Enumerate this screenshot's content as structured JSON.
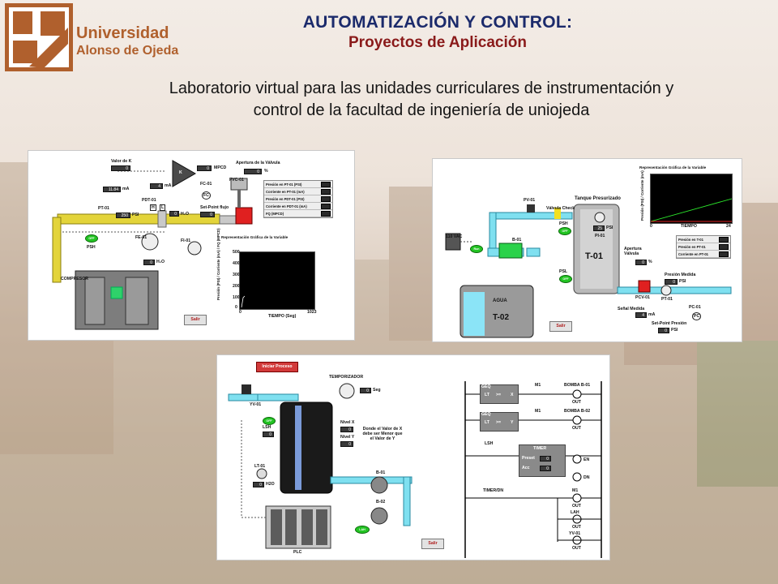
{
  "header": {
    "logo_line1": "Universidad",
    "logo_line2": "Alonso de Ojeda",
    "title": "AUTOMATIZACIÓN Y CONTROL:",
    "subtitle": "Proyectos de Aplicación",
    "description_line1": "Laboratorio virtual para las unidades curriculares de instrumentación y",
    "description_line2": "control de la facultad de ingeniería de uniojeda"
  },
  "colors": {
    "title": "#1b2a6b",
    "subtitle": "#8a1a1a",
    "logo": "#b0602d",
    "pipe": "#e3d43a",
    "led": "#23c423"
  },
  "screen1": {
    "valor_k_label": "Valor de K",
    "valor_k": "0",
    "gain_label": "K",
    "apertura_label": "Apertura de la Válvula",
    "apertura_value": "0",
    "apertura_unit": "%",
    "mpcd_value": "0",
    "mpcd_unit": "MPCD",
    "ma_value": "11.84",
    "ma_unit": "mA",
    "ma2_value": "4",
    "ma2_unit": "mA",
    "psi_value": "250",
    "psi_unit": "PSI",
    "pt01": "PT-01",
    "pdt01": "PDT-01",
    "fc01": "FC-01",
    "fvc01": "FVC-01",
    "fe01": "FE-01",
    "fi01": "FI-01",
    "h_label": "H",
    "l_label": "L",
    "h2o_value": "0",
    "h2o_unit": "H₂O",
    "h2o_value2": "0",
    "set_point_label": "Set-Point flujo",
    "set_point_value": "0",
    "psh_label": "PSH",
    "off_label": "OFF",
    "compresor_label": "COMPRESOR",
    "fc_label": "FC",
    "legend": [
      "Presión en PT-01 (PSI)",
      "Corriente en PT-01 (mA)",
      "Presión en PDT-01 (PSI)",
      "Corriente en PDT-01 (mA)",
      "FQ (MPCD)"
    ],
    "chart_title": "Representación Gráfica de la Variable",
    "y_axis": "Presión (PSI) / Corriente (mA) / FQ (MPCD)",
    "x_axis": "TIEMPO (Seg)",
    "y_ticks": [
      "500",
      "400",
      "300",
      "200",
      "100",
      "0"
    ],
    "x_ticks": [
      "0",
      "1023"
    ],
    "salir": "Salir"
  },
  "screen2": {
    "pv01": "PV-01",
    "valvula_check": "Válvula Check",
    "tanque": "Tanque Presurizado",
    "psh": "PSH",
    "off": "OFF",
    "pi01": "PI-01",
    "psi_value": "25",
    "psi_unit": "PSI",
    "vac": "110 VAC",
    "b01": "B-01",
    "run": "Run",
    "psl": "PSL",
    "t01": "T-01",
    "agua": "AGUA",
    "t02": "T-02",
    "chart_title": "Representación Gráfica de la Variable",
    "y_axis": "Presión (PSI) / Corriente (mA)",
    "x_axis": "TIEMPO",
    "x_ticks": [
      "0",
      "24"
    ],
    "legend": [
      "Presión en T-01",
      "Presión en PT-01",
      "Corriente en PT-01"
    ],
    "apertura": "Apertura Válvula",
    "apertura_value": "0",
    "apertura_unit": "%",
    "presion_medida": "Presión Medida",
    "presion_medida_value": "0",
    "presion_unit": "PSI",
    "pt01": "PT-01",
    "pcv01": "PCV-01",
    "pc01": "PC-01",
    "pc": "PC",
    "senal_medida": "Señal Medida",
    "senal_value": "4",
    "senal_unit": "mA",
    "set_point": "Set-Point Presión",
    "set_point_value": "0",
    "set_point_unit": "PSI",
    "salir": "Salir"
  },
  "screen3": {
    "iniciar": "Iniciar Proceso",
    "temporizador": "TEMPORIZADOR",
    "temp_value": "0",
    "temp_unit": "Seg",
    "yv01": "YV-01",
    "off": "OFF",
    "lsh": "LSH",
    "lsh_value": "0",
    "nivel_x": "Nivel X",
    "nivel_x_value": "0",
    "nivel_y": "Nivel Y",
    "nivel_y_value": "0",
    "nota": "Donde el Valor de X debe ser Menor que el Valor de Y",
    "lt01": "LT-01",
    "lt_value": "0",
    "lt_unit": "H2O",
    "b01": "B-01",
    "b02": "B-02",
    "lah": "LAH",
    "plc": "PLC",
    "salir": "Salir",
    "ladder": {
      "geq1": "GEQ",
      "lt1": "LT",
      "x1": "X",
      "geq_op": ">=",
      "geq2": "GEQ",
      "lt2": "LT",
      "y2": "Y",
      "m1a": "M1",
      "m1b": "M1",
      "bomba1": "BOMBA B-01",
      "bomba2": "BOMBA B-02",
      "out": "OUT",
      "lsh": "LSH",
      "timer": "TIMER",
      "preset": "Preset",
      "acc": "Acc",
      "preset_value": "0",
      "acc_value": "0",
      "en": "EN",
      "dn": "DN",
      "timer_dn": "TIMER/DN",
      "m1": "M1",
      "lah": "LAH",
      "yv01": "YV-01"
    }
  }
}
